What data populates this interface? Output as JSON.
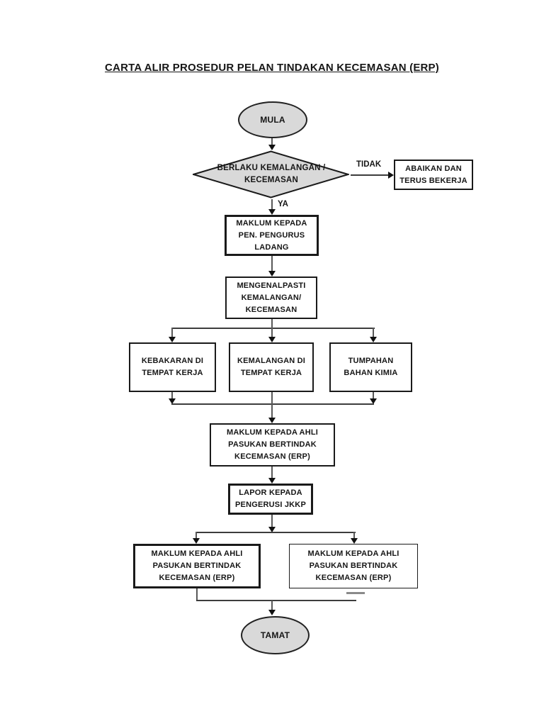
{
  "page": {
    "title": "CARTA ALIR PROSEDUR PELAN TINDAKAN KECEMASAN (ERP)"
  },
  "labels": {
    "yes": "YA",
    "no": "TIDAK"
  },
  "nodes": {
    "start": {
      "label": "MULA"
    },
    "decision": {
      "line1": "BERLAKU KEMALANGAN /",
      "line2": "KECEMASAN"
    },
    "ignore": {
      "line1": "ABAIKAN DAN",
      "line2": "TERUS BEKERJA"
    },
    "inform_manager": {
      "line1": "MAKLUM KEPADA",
      "line2": "PEN. PENGURUS",
      "line3": "LADANG"
    },
    "identify": {
      "line1": "MENGENALPASTI",
      "line2": "KEMALANGAN/",
      "line3": "KECEMASAN"
    },
    "fire": {
      "line1": "KEBAKARAN DI",
      "line2": "TEMPAT KERJA"
    },
    "accident": {
      "line1": "KEMALANGAN DI",
      "line2": "TEMPAT KERJA"
    },
    "spill": {
      "line1": "TUMPAHAN",
      "line2": "BAHAN KIMIA"
    },
    "inform_erp": {
      "line1": "MAKLUM KEPADA AHLI",
      "line2": "PASUKAN BERTINDAK",
      "line3": "KECEMASAN (ERP)"
    },
    "report": {
      "line1": "LAPOR KEPADA",
      "line2": "PENGERUSI JKKP"
    },
    "inform_erp_left": {
      "line1": "MAKLUM KEPADA AHLI",
      "line2": "PASUKAN BERTINDAK",
      "line3": "KECEMASAN (ERP)"
    },
    "inform_erp_right": {
      "line1": "MAKLUM KEPADA AHLI",
      "line2": "PASUKAN BERTINDAK",
      "line3": "KECEMASAN (ERP)"
    },
    "end": {
      "label": "TAMAT"
    }
  },
  "colors": {
    "shape_fill": "#d9d9d9",
    "border": "#1a1a1a",
    "connector": "#595959"
  }
}
